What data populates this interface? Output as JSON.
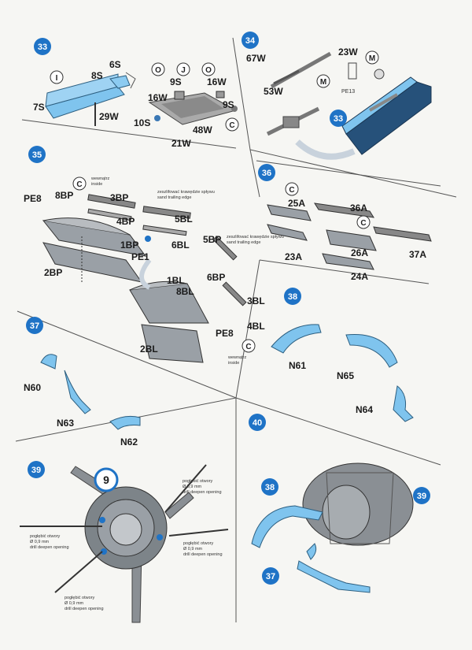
{
  "colors": {
    "accent": "#1f73c6",
    "part_blue": "#7fc4ee",
    "part_grey": "#9aa0a6",
    "line": "#444444"
  },
  "steps": {
    "s33": {
      "num": "33",
      "labels": [
        "6S",
        "8S",
        "7S",
        "29W",
        "9S",
        "16W",
        "16W",
        "9S",
        "10S",
        "48W",
        "21W"
      ],
      "letters": [
        "I",
        "O",
        "J",
        "O",
        "C"
      ]
    },
    "s34": {
      "num": "34",
      "labels": [
        "67W",
        "53W",
        "23W",
        "PE13"
      ],
      "letters": [
        "M",
        "M"
      ],
      "ref": "33"
    },
    "s35": {
      "num": "35",
      "labels": [
        "PE8",
        "8BP",
        "3BP",
        "4BP",
        "5BL",
        "6BL",
        "1BP",
        "PE1",
        "2BP",
        "5BP",
        "6BP",
        "1BL",
        "8BL",
        "3BL",
        "4BL",
        "PE8",
        "2BL"
      ],
      "notes": {
        "inside_pl": "wewnątrz",
        "inside_en": "inside",
        "sand_pl": "zeszlifować krawędzie spływu",
        "sand_en": "sand trailing edge"
      },
      "letters": [
        "C",
        "C"
      ]
    },
    "s36": {
      "num": "36",
      "labels": [
        "25A",
        "36A",
        "23A",
        "26A",
        "24A",
        "37A"
      ],
      "letters": [
        "C",
        "C"
      ]
    },
    "s37": {
      "num": "37",
      "labels": [
        "N60",
        "N63",
        "N62"
      ]
    },
    "s38": {
      "num": "38",
      "labels": [
        "N61",
        "N65",
        "N64"
      ]
    },
    "s39": {
      "num": "39",
      "ref": "9",
      "drill_pl": "pogłębić otwory",
      "drill_size": "Ø 0,9 mm",
      "drill_en": "drill deepen opening"
    },
    "s40": {
      "num": "40",
      "refs": [
        "38",
        "39",
        "37"
      ]
    }
  }
}
